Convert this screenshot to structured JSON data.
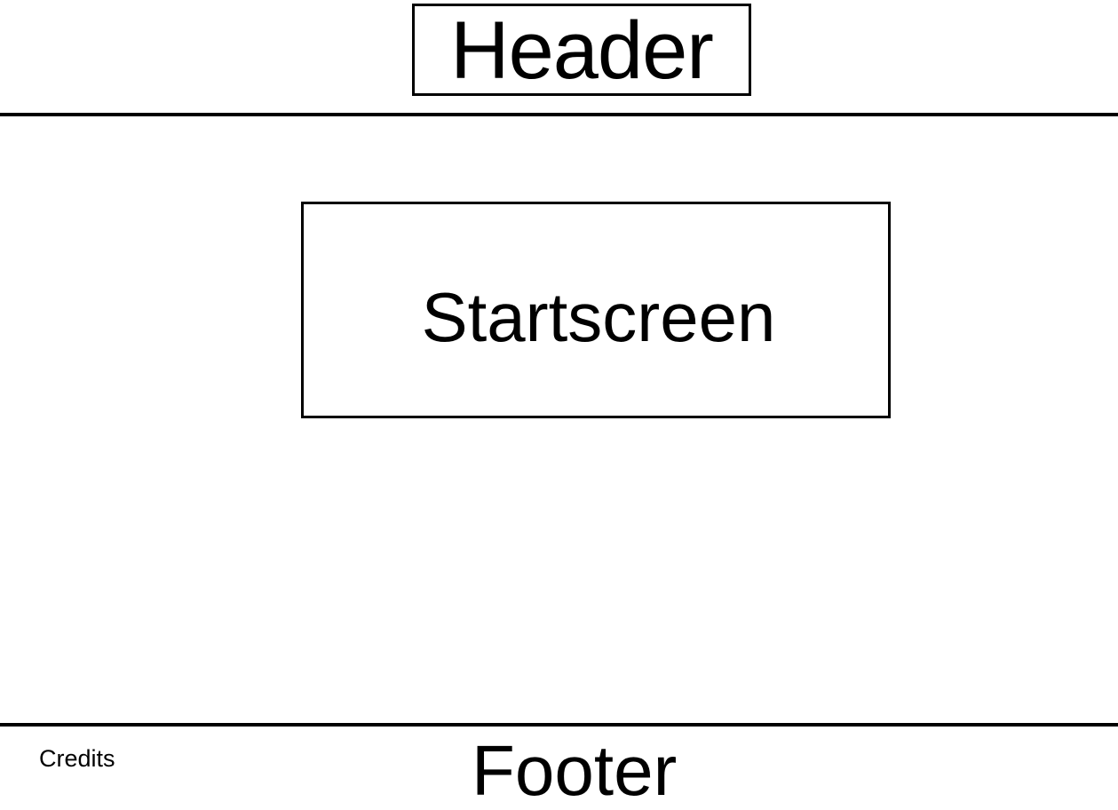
{
  "header": {
    "label": "Header"
  },
  "main": {
    "startscreen_label": "Startscreen"
  },
  "footer": {
    "label": "Footer",
    "credits_label": "Credits"
  },
  "colors": {
    "background": "#ffffff",
    "stroke": "#000000"
  }
}
